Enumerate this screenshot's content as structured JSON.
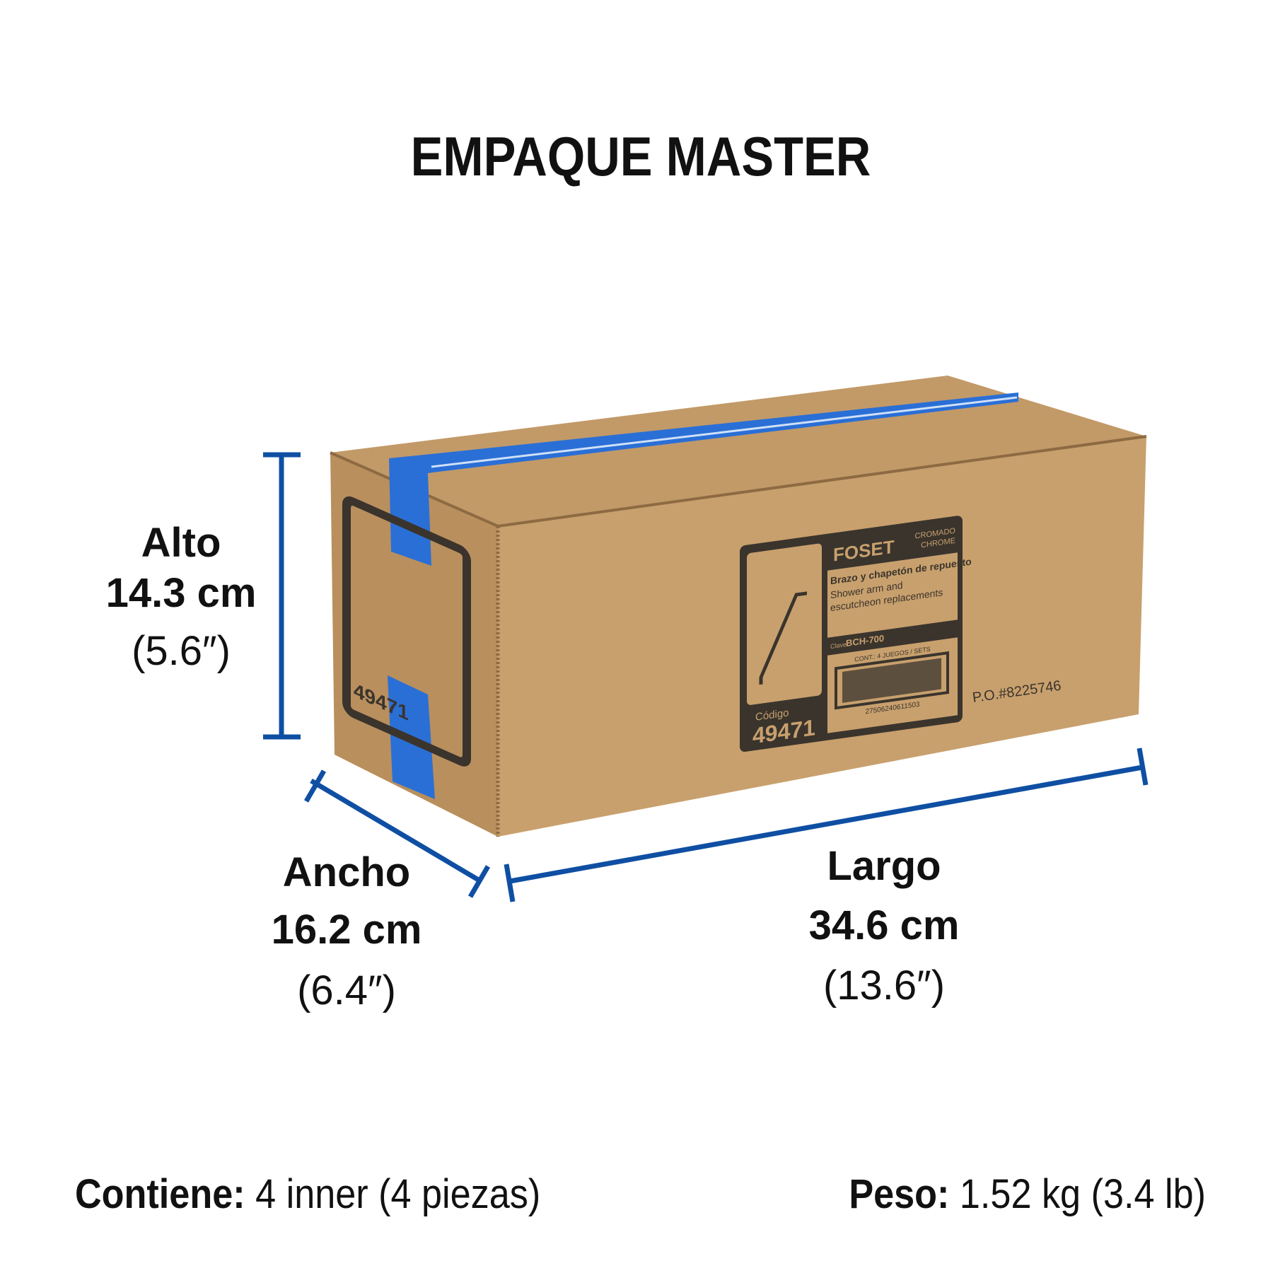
{
  "title": "EMPAQUE MASTER",
  "dimensions": {
    "alto": {
      "label": "Alto",
      "metric": "14.3 cm",
      "imperial": "(5.6″)"
    },
    "ancho": {
      "label": "Ancho",
      "metric": "16.2 cm",
      "imperial": "(6.4″)"
    },
    "largo": {
      "label": "Largo",
      "metric": "34.6 cm",
      "imperial": "(13.6″)"
    }
  },
  "footer": {
    "contiene_label": "Contiene:",
    "contiene_value": " 4 inner (4 piezas)",
    "peso_label": "Peso:",
    "peso_value": " 1.52 kg (3.4 lb)"
  },
  "box_label": {
    "brand": "FOSET",
    "finish_es": "CROMADO",
    "finish_en": "CHROME",
    "name_es": "Brazo y chapetón de repuesto",
    "name_en_1": "Shower arm and",
    "name_en_2": "escutcheon replacements",
    "clave_label": "Clave:",
    "clave": "BCH-700",
    "contents": "CONT.: 4 JUEGOS / SETS",
    "barcode_number": "27506240611503",
    "codigo_label": "Código",
    "codigo": "49471",
    "po_number": "P.O.#8225746"
  },
  "colors": {
    "dimension_line": "#0f4fa3",
    "cardboard": "#c9a272",
    "tape": "#2a6fd6"
  }
}
